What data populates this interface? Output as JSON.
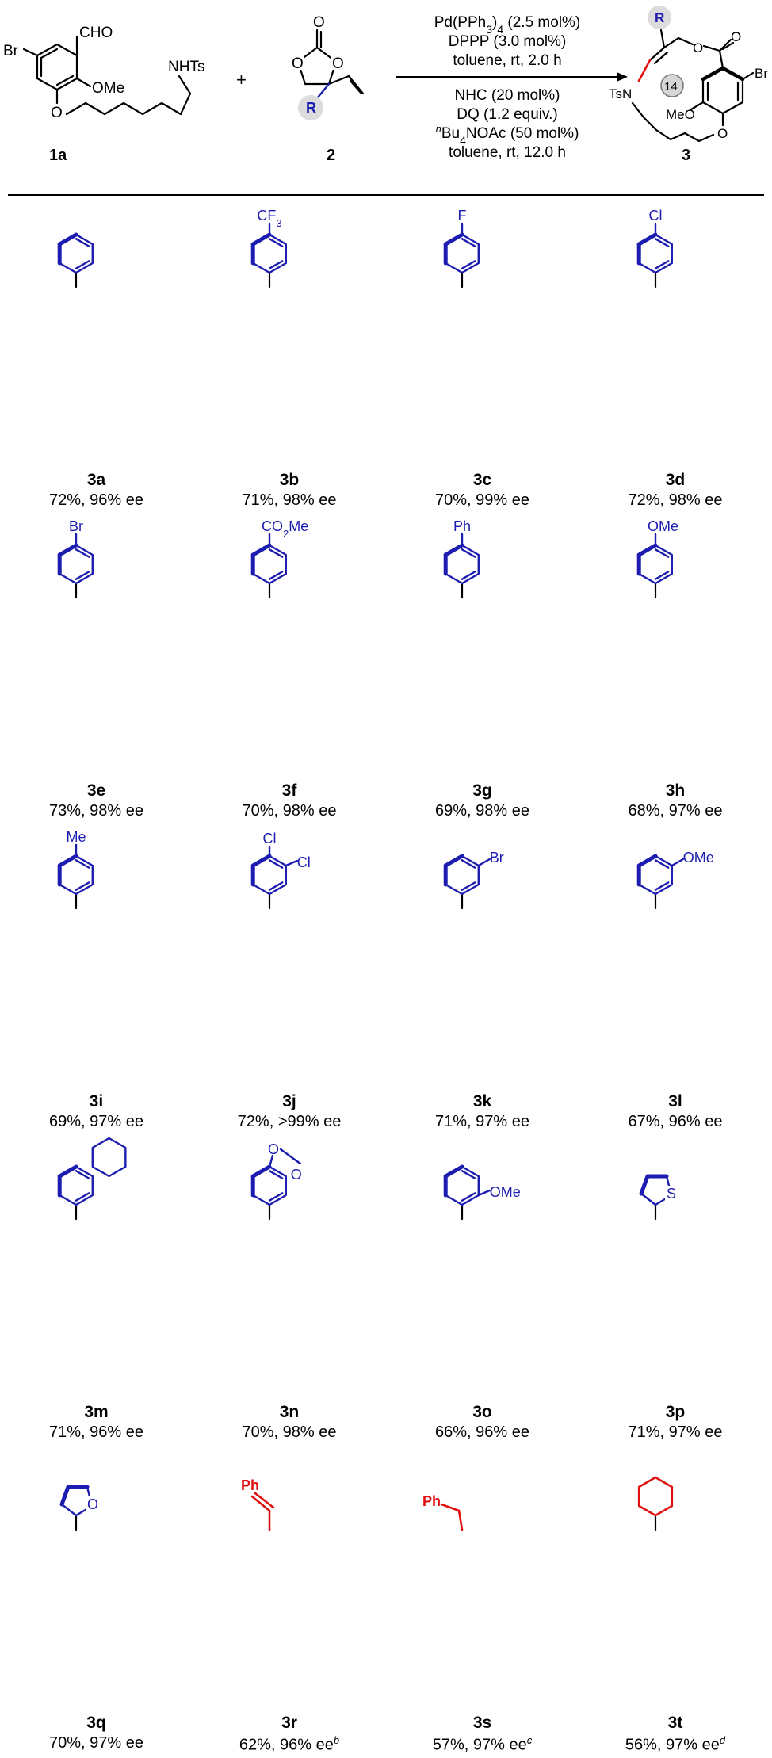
{
  "reaction": {
    "sm1_label": "1a",
    "sm2_label": "2",
    "product_label": "3",
    "sm1_atoms": {
      "cho": "CHO",
      "br": "Br",
      "nhts": "NHTs",
      "ome": "OMe",
      "o": "O"
    },
    "sm2_atoms": {
      "o_carbonyl": "O",
      "o_ring1": "O",
      "o_ring2": "O",
      "r": "R"
    },
    "product_atoms": {
      "r": "R",
      "o_ester": "O",
      "o_carbonyl": "O",
      "br": "Br",
      "tsn": "TsN",
      "meo": "MeO",
      "o_ether": "O",
      "ring_size": "14"
    },
    "plus": "+",
    "conditions_top": [
      "Pd(PPh3)4 (2.5 mol%)",
      "DPPP (3.0 mol%)",
      "toluene, rt, 2.0 h"
    ],
    "conditions_bottom": [
      "NHC (20 mol%)",
      "DQ (1.2 equiv.)",
      "nBu4NOAc (50 mol%)",
      "toluene, rt, 12.0 h"
    ]
  },
  "macrocycle_atoms": {
    "o_ester": "O",
    "o_carbonyl": "O",
    "br": "Br",
    "tsn": "TsN",
    "meo": "MeO",
    "o_ether": "O",
    "ring_size": "14"
  },
  "products": [
    {
      "label": "3a",
      "result": "72%, 96% ee",
      "note": "",
      "sub": "phenyl",
      "sub_text": ""
    },
    {
      "label": "3b",
      "result": "71%, 98% ee",
      "note": "",
      "sub": "para",
      "sub_text": "CF3"
    },
    {
      "label": "3c",
      "result": "70%, 99% ee",
      "note": "",
      "sub": "para",
      "sub_text": "F"
    },
    {
      "label": "3d",
      "result": "72%, 98% ee",
      "note": "",
      "sub": "para",
      "sub_text": "Cl"
    },
    {
      "label": "3e",
      "result": "73%, 98% ee",
      "note": "",
      "sub": "para",
      "sub_text": "Br"
    },
    {
      "label": "3f",
      "result": "70%, 98% ee",
      "note": "",
      "sub": "para",
      "sub_text": "CO2Me"
    },
    {
      "label": "3g",
      "result": "69%, 98% ee",
      "note": "",
      "sub": "para",
      "sub_text": "Ph"
    },
    {
      "label": "3h",
      "result": "68%, 97% ee",
      "note": "",
      "sub": "para",
      "sub_text": "OMe"
    },
    {
      "label": "3i",
      "result": "69%, 97% ee",
      "note": "",
      "sub": "para",
      "sub_text": "Me"
    },
    {
      "label": "3j",
      "result": "72%, >99% ee",
      "note": "",
      "sub": "dichloro",
      "sub_text": "Cl",
      "sub_text2": "Cl"
    },
    {
      "label": "3k",
      "result": "71%, 97% ee",
      "note": "",
      "sub": "meta",
      "sub_text": "Br"
    },
    {
      "label": "3l",
      "result": "67%, 96% ee",
      "note": "",
      "sub": "meta",
      "sub_text": "OMe"
    },
    {
      "label": "3m",
      "result": "71%, 96% ee",
      "note": "",
      "sub": "naphthyl",
      "sub_text": ""
    },
    {
      "label": "3n",
      "result": "70%, 98% ee",
      "note": "",
      "sub": "dioxole",
      "sub_text": "O",
      "sub_text2": "O"
    },
    {
      "label": "3o",
      "result": "66%, 96% ee",
      "note": "",
      "sub": "ortho",
      "sub_text": "OMe"
    },
    {
      "label": "3p",
      "result": "71%, 97% ee",
      "note": "",
      "sub": "thiophene",
      "sub_text": "S"
    },
    {
      "label": "3q",
      "result": "70%, 97% ee",
      "note": "",
      "sub": "furan",
      "sub_text": "O"
    },
    {
      "label": "3r",
      "result": "62%, 96% ee",
      "note": "b",
      "sub": "styryl",
      "sub_text": "Ph"
    },
    {
      "label": "3s",
      "result": "57%, 97% ee",
      "note": "c",
      "sub": "benzyl",
      "sub_text": "Ph"
    },
    {
      "label": "3t",
      "result": "56%, 97% ee",
      "note": "d",
      "sub": "cyclohexyl",
      "sub_text": ""
    }
  ],
  "colors": {
    "aryl": "#1c1cb0",
    "alkyl": "#e01010",
    "ring_badge": "#d6d6d6"
  }
}
